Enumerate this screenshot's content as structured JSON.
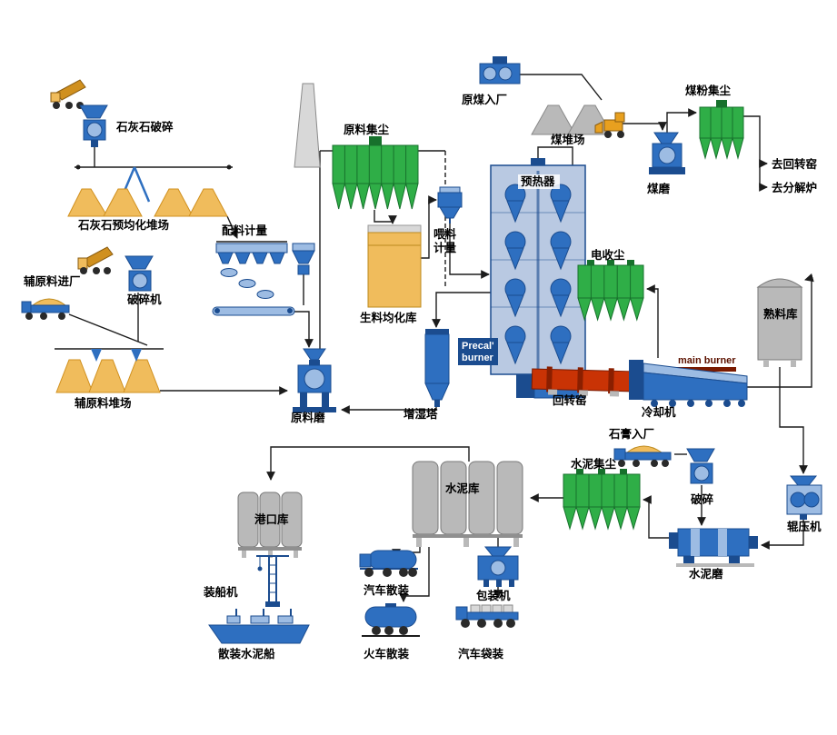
{
  "colors": {
    "equipment_blue": "#2e6fc0",
    "equipment_blue_dark": "#1b4c8f",
    "equipment_blue_light": "#9dbce3",
    "dust_green": "#2fae47",
    "dust_green_dark": "#17712c",
    "silo_gray": "#b9b9b9",
    "silo_gray_light": "#d8d8d8",
    "pile_orange": "#f0bc5c",
    "pile_orange_dark": "#d0901f",
    "kiln_red": "#c93305",
    "burner_dark": "#7a1a00",
    "line_color": "#1c1c1c"
  },
  "labels": {
    "limestone_crushing": "石灰石破碎",
    "limestone_preblending_yard": "石灰石预均化堆场",
    "batching_metering": "配料计量",
    "raw_material_dust_collector": "原料集尘",
    "raw_coal_entry": "原煤入厂",
    "coal_storage_yard": "煤堆场",
    "coal_dust_collector": "煤粉集尘",
    "coal_mill": "煤磨",
    "to_rotary_kiln": "去回转窑",
    "to_calciner": "去分解炉",
    "preheater": "预热器",
    "feed_metering_line1": "喂料",
    "feed_metering_line2": "计量",
    "aux_material_entry": "辅原料进厂",
    "crusher_machine": "破碎机",
    "aux_material_yard": "辅原料堆场",
    "raw_meal_silo": "生料均化库",
    "esp": "电收尘",
    "clinker_silo": "熟料库",
    "raw_mill": "原料磨",
    "humidifying_tower": "增湿塔",
    "precal_burner_line1": "Precal'",
    "precal_burner_line2": "burner",
    "rotary_kiln": "回转窑",
    "main_burner": "main burner",
    "cooler": "冷却机",
    "gypsum_entry": "石膏入厂",
    "cement_dust_collector": "水泥集尘",
    "gypsum_crushing": "破碎",
    "roller_press": "辊压机",
    "cement_mill": "水泥磨",
    "cement_silo": "水泥库",
    "port_silo": "港口库",
    "ship_loader": "装船机",
    "bulk_cement_ship": "散装水泥船",
    "truck_bulk_loading": "汽车散装",
    "train_bulk_loading": "火车散装",
    "packing_machine": "包装机",
    "truck_bag_loading": "汽车袋装"
  }
}
